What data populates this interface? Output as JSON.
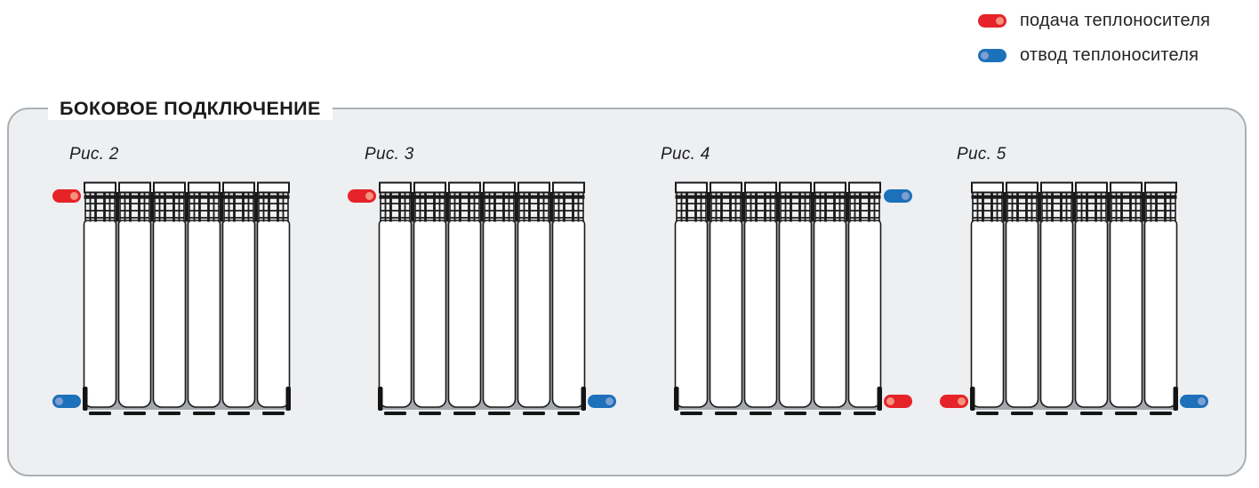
{
  "legend": {
    "items": [
      {
        "id": "supply",
        "label": "подача теплоносителя",
        "color": "#e52329",
        "highlight": "#f5917d",
        "highlight_side": "right"
      },
      {
        "id": "return",
        "label": "отвод теплоносителя",
        "color": "#1d70ba",
        "highlight": "#7e9ed2",
        "highlight_side": "left"
      }
    ]
  },
  "panel": {
    "title": "БОКОВОЕ ПОДКЛЮЧЕНИЕ",
    "background": "#edeff1",
    "border_color": "#abb0b5",
    "figures": [
      {
        "label": "Рис. 2",
        "sections": 6,
        "connections": [
          {
            "type": "supply",
            "corner": "top-left",
            "highlight_side": "right"
          },
          {
            "type": "return",
            "corner": "bottom-left",
            "highlight_side": "left"
          }
        ]
      },
      {
        "label": "Рис. 3",
        "sections": 6,
        "connections": [
          {
            "type": "supply",
            "corner": "top-left",
            "highlight_side": "right"
          },
          {
            "type": "return",
            "corner": "bottom-right",
            "highlight_side": "right"
          }
        ]
      },
      {
        "label": "Рис. 4",
        "sections": 6,
        "connections": [
          {
            "type": "return",
            "corner": "top-right",
            "highlight_side": "right"
          },
          {
            "type": "supply",
            "corner": "bottom-right",
            "highlight_side": "left"
          }
        ]
      },
      {
        "label": "Рис. 5",
        "sections": 6,
        "connections": [
          {
            "type": "supply",
            "corner": "bottom-left",
            "highlight_side": "right"
          },
          {
            "type": "return",
            "corner": "bottom-right",
            "highlight_side": "right"
          }
        ]
      }
    ]
  }
}
